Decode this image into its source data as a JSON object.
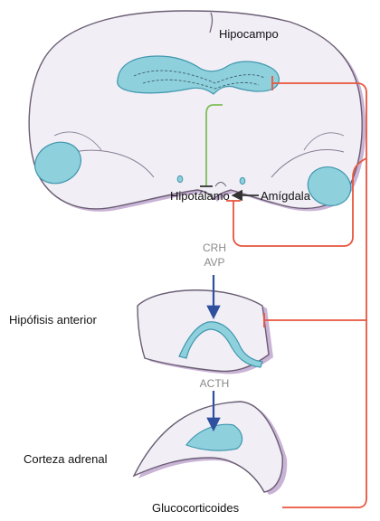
{
  "labels": {
    "hippocampus": "Hipocampo",
    "hypothalamus": "Hipotálamo",
    "amygdala": "Amígdala",
    "crh": "CRH",
    "avp": "AVP",
    "anterior_pituitary": "Hipófisis anterior",
    "acth": "ACTH",
    "adrenal_cortex": "Corteza adrenal",
    "glucocorticoids": "Glucocorticoides"
  },
  "colors": {
    "tissue_fill": "#f1eef6",
    "tissue_stroke": "#6b5e73",
    "tissue_shadow": "#c9b3d6",
    "structure_fill": "#8fd0dd",
    "structure_stroke": "#3f97ad",
    "feedback_inhibition": "#e8553e",
    "hippocampal_inhibition": "#7fbf5a",
    "stimulation_arrow": "#2f4f9f"
  }
}
